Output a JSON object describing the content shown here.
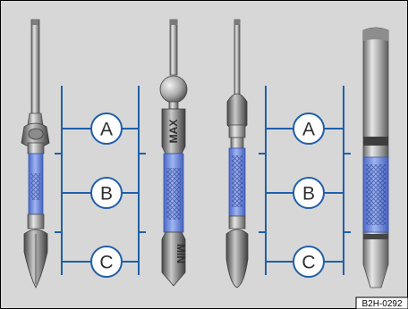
{
  "figure": {
    "code": "B2H-0292",
    "left_group": {
      "callouts": [
        "A",
        "B",
        "C"
      ],
      "engraving_top": "MAX",
      "engraving_bottom": "MIN"
    },
    "right_group": {
      "callouts": [
        "A",
        "B",
        "C"
      ]
    }
  },
  "colors": {
    "frame_bg": "#d7d7d7",
    "callout_stroke": "#1f5faa",
    "wear_zone_blue": "#6f8fdd",
    "metal": "#9a9a9a"
  }
}
